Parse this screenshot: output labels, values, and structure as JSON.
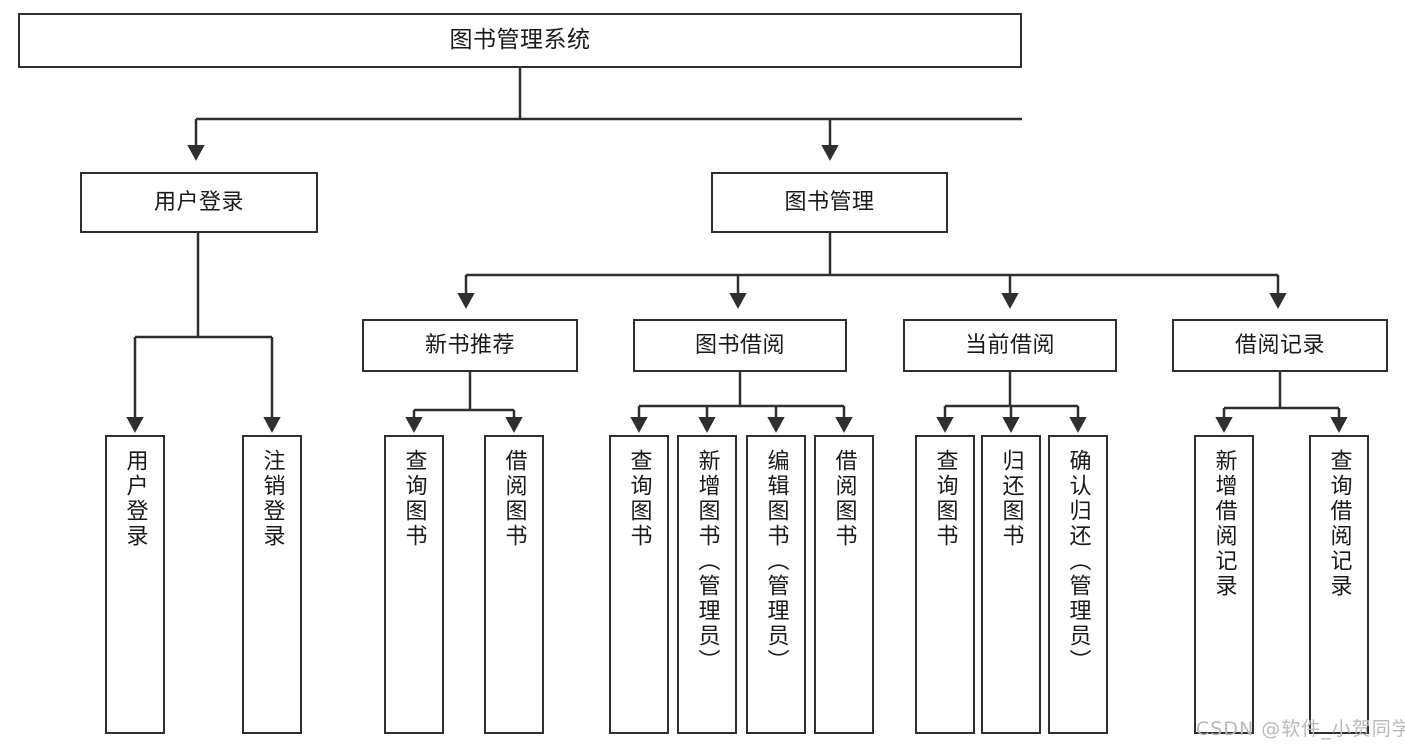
{
  "diagram": {
    "title": "图书管理系统",
    "type": "tree-hierarchy-flowchart",
    "colors": {
      "box_border": "#2f2f2f",
      "box_fill": "#ffffff",
      "connector": "#2f2f2f",
      "watermark": "#b9b9b9",
      "background": "#ffffff"
    },
    "root": {
      "label": "图书管理系统"
    },
    "level2": [
      {
        "label": "用户登录"
      },
      {
        "label": "图书管理"
      }
    ],
    "level3": [
      {
        "label": "新书推荐"
      },
      {
        "label": "图书借阅"
      },
      {
        "label": "当前借阅"
      },
      {
        "label": "借阅记录"
      }
    ],
    "leaves": {
      "user_login": [
        {
          "label": "用户登录"
        },
        {
          "label": "注销登录"
        }
      ],
      "new_book_recommend": [
        {
          "label": "查询图书"
        },
        {
          "label": "借阅图书"
        }
      ],
      "book_borrow": [
        {
          "label": "查询图书"
        },
        {
          "label": "新增图书（管理员）"
        },
        {
          "label": "编辑图书（管理员）"
        },
        {
          "label": "借阅图书"
        }
      ],
      "current_borrow": [
        {
          "label": "查询图书"
        },
        {
          "label": "归还图书"
        },
        {
          "label": "确认归还（管理员）"
        }
      ],
      "borrow_record": [
        {
          "label": "新增借阅记录"
        },
        {
          "label": "查询借阅记录"
        }
      ]
    },
    "watermark": {
      "text": "CSDN @软件_小贺同学"
    }
  }
}
